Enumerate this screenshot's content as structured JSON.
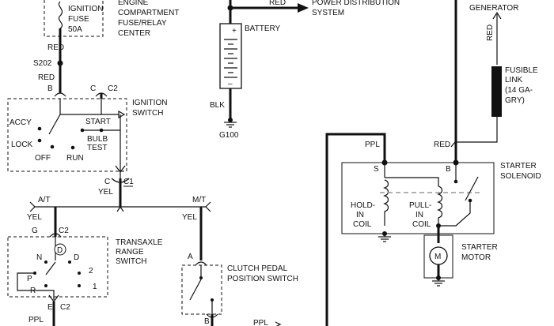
{
  "fuse_block": {
    "fuse_label_1": "IGNITION",
    "fuse_label_2": "FUSE",
    "fuse_label_3": "50A",
    "center_label_1": "ENGINE",
    "center_label_2": "COMPARTMENT",
    "center_label_3": "FUSE/RELAY",
    "center_label_4": "CENTER"
  },
  "wires": {
    "red_1": "RED",
    "splice": "S202",
    "red_2": "RED",
    "red_top": "RED",
    "blk": "BLK",
    "yel_1": "YEL",
    "yel_2": "YEL",
    "yel_3": "YEL",
    "ppl_1": "PPL",
    "ppl_2": "PPL",
    "ppl_3": "PPL",
    "red_gen": "RED",
    "red_sol": "RED"
  },
  "ignition_switch": {
    "title_1": "IGNITION",
    "title_2": "SWITCH",
    "pin_b": "B",
    "pin_c": "C",
    "conn_c2": "C2",
    "accy": "ACCY",
    "lock": "LOCK",
    "off": "OFF",
    "run": "RUN",
    "start": "START",
    "bulb_1": "BULB",
    "bulb_2": "TEST",
    "out_pin": "C",
    "out_conn": "C1"
  },
  "battery": {
    "label": "BATTERY",
    "ground": "G100",
    "power_dist_1": "POWER DISTRIBUTION",
    "power_dist_2": "SYSTEM"
  },
  "transmission": {
    "at": "A/T",
    "mt": "M/T"
  },
  "transaxle": {
    "title_1": "TRANSAXLE",
    "title_2": "RANGE",
    "title_3": "SWITCH",
    "pin_g": "G",
    "conn_top": "C2",
    "pin_e": "E",
    "conn_bot": "C2",
    "n": "N",
    "d_circle": "D",
    "d": "D",
    "two": "2",
    "r": "R",
    "p": "P",
    "one": "1"
  },
  "clutch": {
    "title_1": "CLUTCH PEDAL",
    "title_2": "POSITION SWITCH",
    "pin_a": "A",
    "pin_b": "B"
  },
  "generator": {
    "label": "GENERATOR",
    "fusible_1": "FUSIBLE",
    "fusible_2": "LINK",
    "fusible_3": "(14 GA-",
    "fusible_4": "GRY)"
  },
  "starter": {
    "solenoid_1": "STARTER",
    "solenoid_2": "SOLENOID",
    "term_s": "S",
    "term_b": "B",
    "hold_1": "HOLD-",
    "hold_2": "IN",
    "hold_3": "COIL",
    "pull_1": "PULL-",
    "pull_2": "IN",
    "pull_3": "COIL",
    "motor_symbol": "M",
    "motor_1": "STARTER",
    "motor_2": "MOTOR"
  }
}
